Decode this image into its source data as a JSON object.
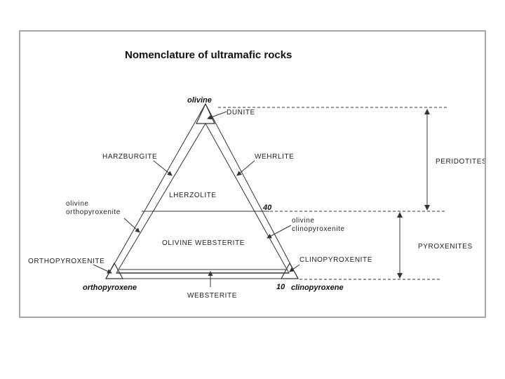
{
  "title": "Nomenclature of ultramafic rocks",
  "vertices": {
    "top": "olivine",
    "left": "orthopyroxene",
    "right": "clinopyroxene"
  },
  "fields": {
    "dunite": "DUNITE",
    "harzburgite": "HARZBURGITE",
    "wehrlite": "WEHRLITE",
    "lherzolite": "LHERZOLITE",
    "olivine_orthopyroxenite_line1": "olivine",
    "olivine_orthopyroxenite_line2": "orthopyroxenite",
    "olivine_clinopyroxenite_line1": "olivine",
    "olivine_clinopyroxenite_line2": "clinopyroxenite",
    "olivine_websterite": "OLIVINE WEBSTERITE",
    "orthopyroxenite": "ORTHOPYROXENITE",
    "clinopyroxenite": "CLINOPYROXENITE",
    "websterite": "WEBSTERITE"
  },
  "boundaries": {
    "olivine_40": "40",
    "olivine_10": "10"
  },
  "groups": {
    "peridotites": "PERIDOTITES",
    "pyroxenites": "PYROXENITES"
  },
  "colors": {
    "line": "#333333",
    "frame": "#a6a6a6"
  }
}
